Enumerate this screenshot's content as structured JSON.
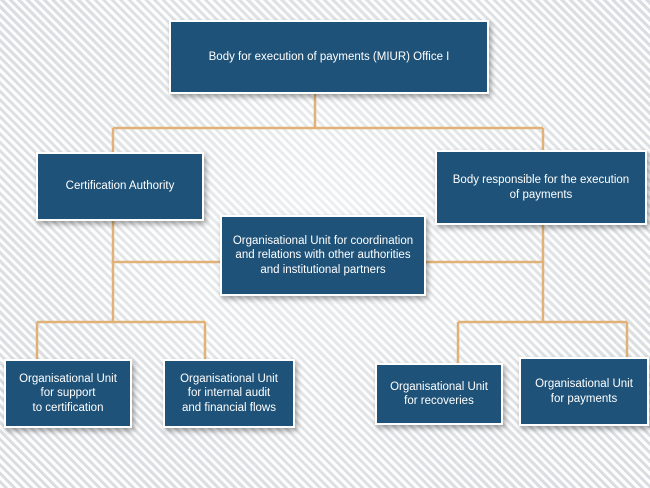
{
  "colors": {
    "box_fill": "#1e5278",
    "box_border": "#ffffff",
    "connector": "#e0b277",
    "text": "#ffffff"
  },
  "nodes": {
    "root": "Body for execution of payments (MIUR) Office I",
    "certification_authority": "Certification Authority",
    "payments_body": "Body responsible for the execution\nof payments",
    "coordination_unit": "Organisational Unit for coordination\nand relations with other authorities\nand institutional partners",
    "support_certification": "Organisational Unit\nfor support\nto certification",
    "internal_audit": "Organisational Unit\nfor internal audit\nand financial flows",
    "recoveries": "Organisational Unit\nfor recoveries",
    "payments_unit": "Organisational Unit\nfor payments"
  }
}
